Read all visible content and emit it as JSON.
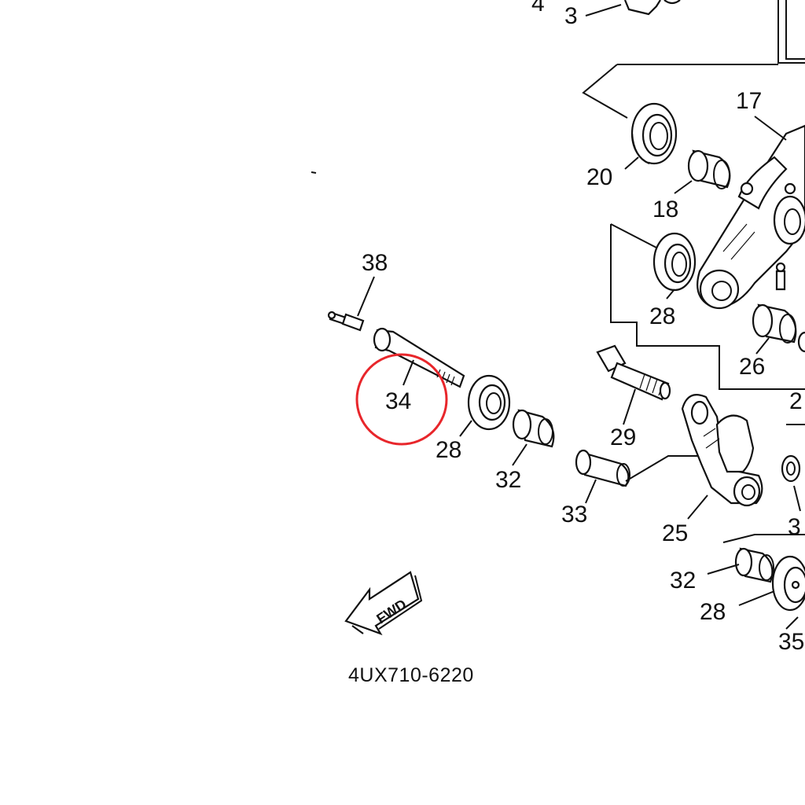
{
  "diagram": {
    "part_code": "4UX710-6220",
    "fwd_label": "FWD",
    "highlight_color": "#e8262b",
    "line_color": "#111111",
    "callouts": {
      "c4": "4",
      "c3": "3",
      "c17": "17",
      "c20": "20",
      "c18": "18",
      "c28a": "28",
      "c26": "26",
      "c38": "38",
      "c34": "34",
      "c28b": "28",
      "c32a": "32",
      "c29": "29",
      "c33": "33",
      "c25": "25",
      "c32b": "32",
      "c28c": "28",
      "c2_partial": "2",
      "c3_partial": "3",
      "c35_partial": "35"
    }
  }
}
